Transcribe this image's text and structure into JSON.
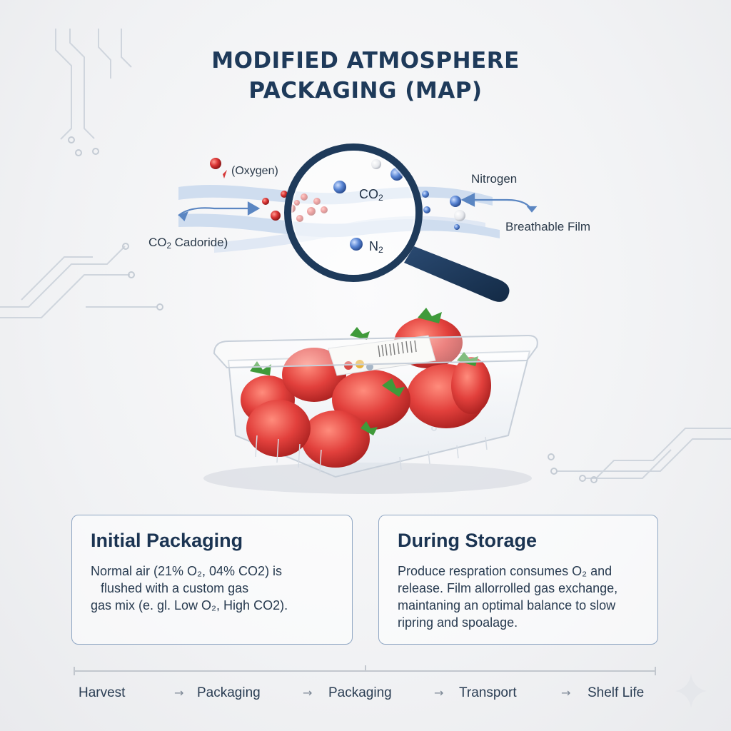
{
  "title": {
    "line1": "MODIFIED ATMOSPHERE",
    "line2": "PACKAGING (MAP)"
  },
  "magnifier": {
    "co2_base": "CO",
    "co2_sub": "2",
    "n2_base": "N",
    "n2_sub": "2"
  },
  "gas_labels": {
    "oxygen": "(Oxygen)",
    "co2_base": "CO",
    "co2_sub": "2",
    "co2_rest": " Cadoride)",
    "nitrogen": "Nitrogen",
    "film": "Breathable Film"
  },
  "cards": [
    {
      "heading": "Initial Packaging",
      "body_lines": [
        "Normal air (21% O₂, 04% CO2) is",
        "flushed with a custom gas",
        "gas mix (e. gl. Low O₂, High CO2)."
      ]
    },
    {
      "heading": "During Storage",
      "body_lines": [
        "Produce respration consumes O₂ and",
        "release. Film allorrolled gas exchange,",
        "maintaning an optimal balance to slow",
        "ripring and spoalage."
      ]
    }
  ],
  "timeline": {
    "steps": [
      "Harvest",
      "Packaging",
      "Packaging",
      "Transport",
      "Shelf Life"
    ],
    "arrow": "→"
  },
  "colors": {
    "navy": "#1e3a5a",
    "oxygen_red": "#d63838",
    "nitrogen_blue": "#4f7fd0",
    "flow_blue": "#c9d9ee",
    "strawberry": "#e24a45",
    "leaf_green": "#3f9a3a"
  },
  "icons": [
    "magnifier-icon",
    "strawberry-container-illustration",
    "sparkle-icon"
  ]
}
